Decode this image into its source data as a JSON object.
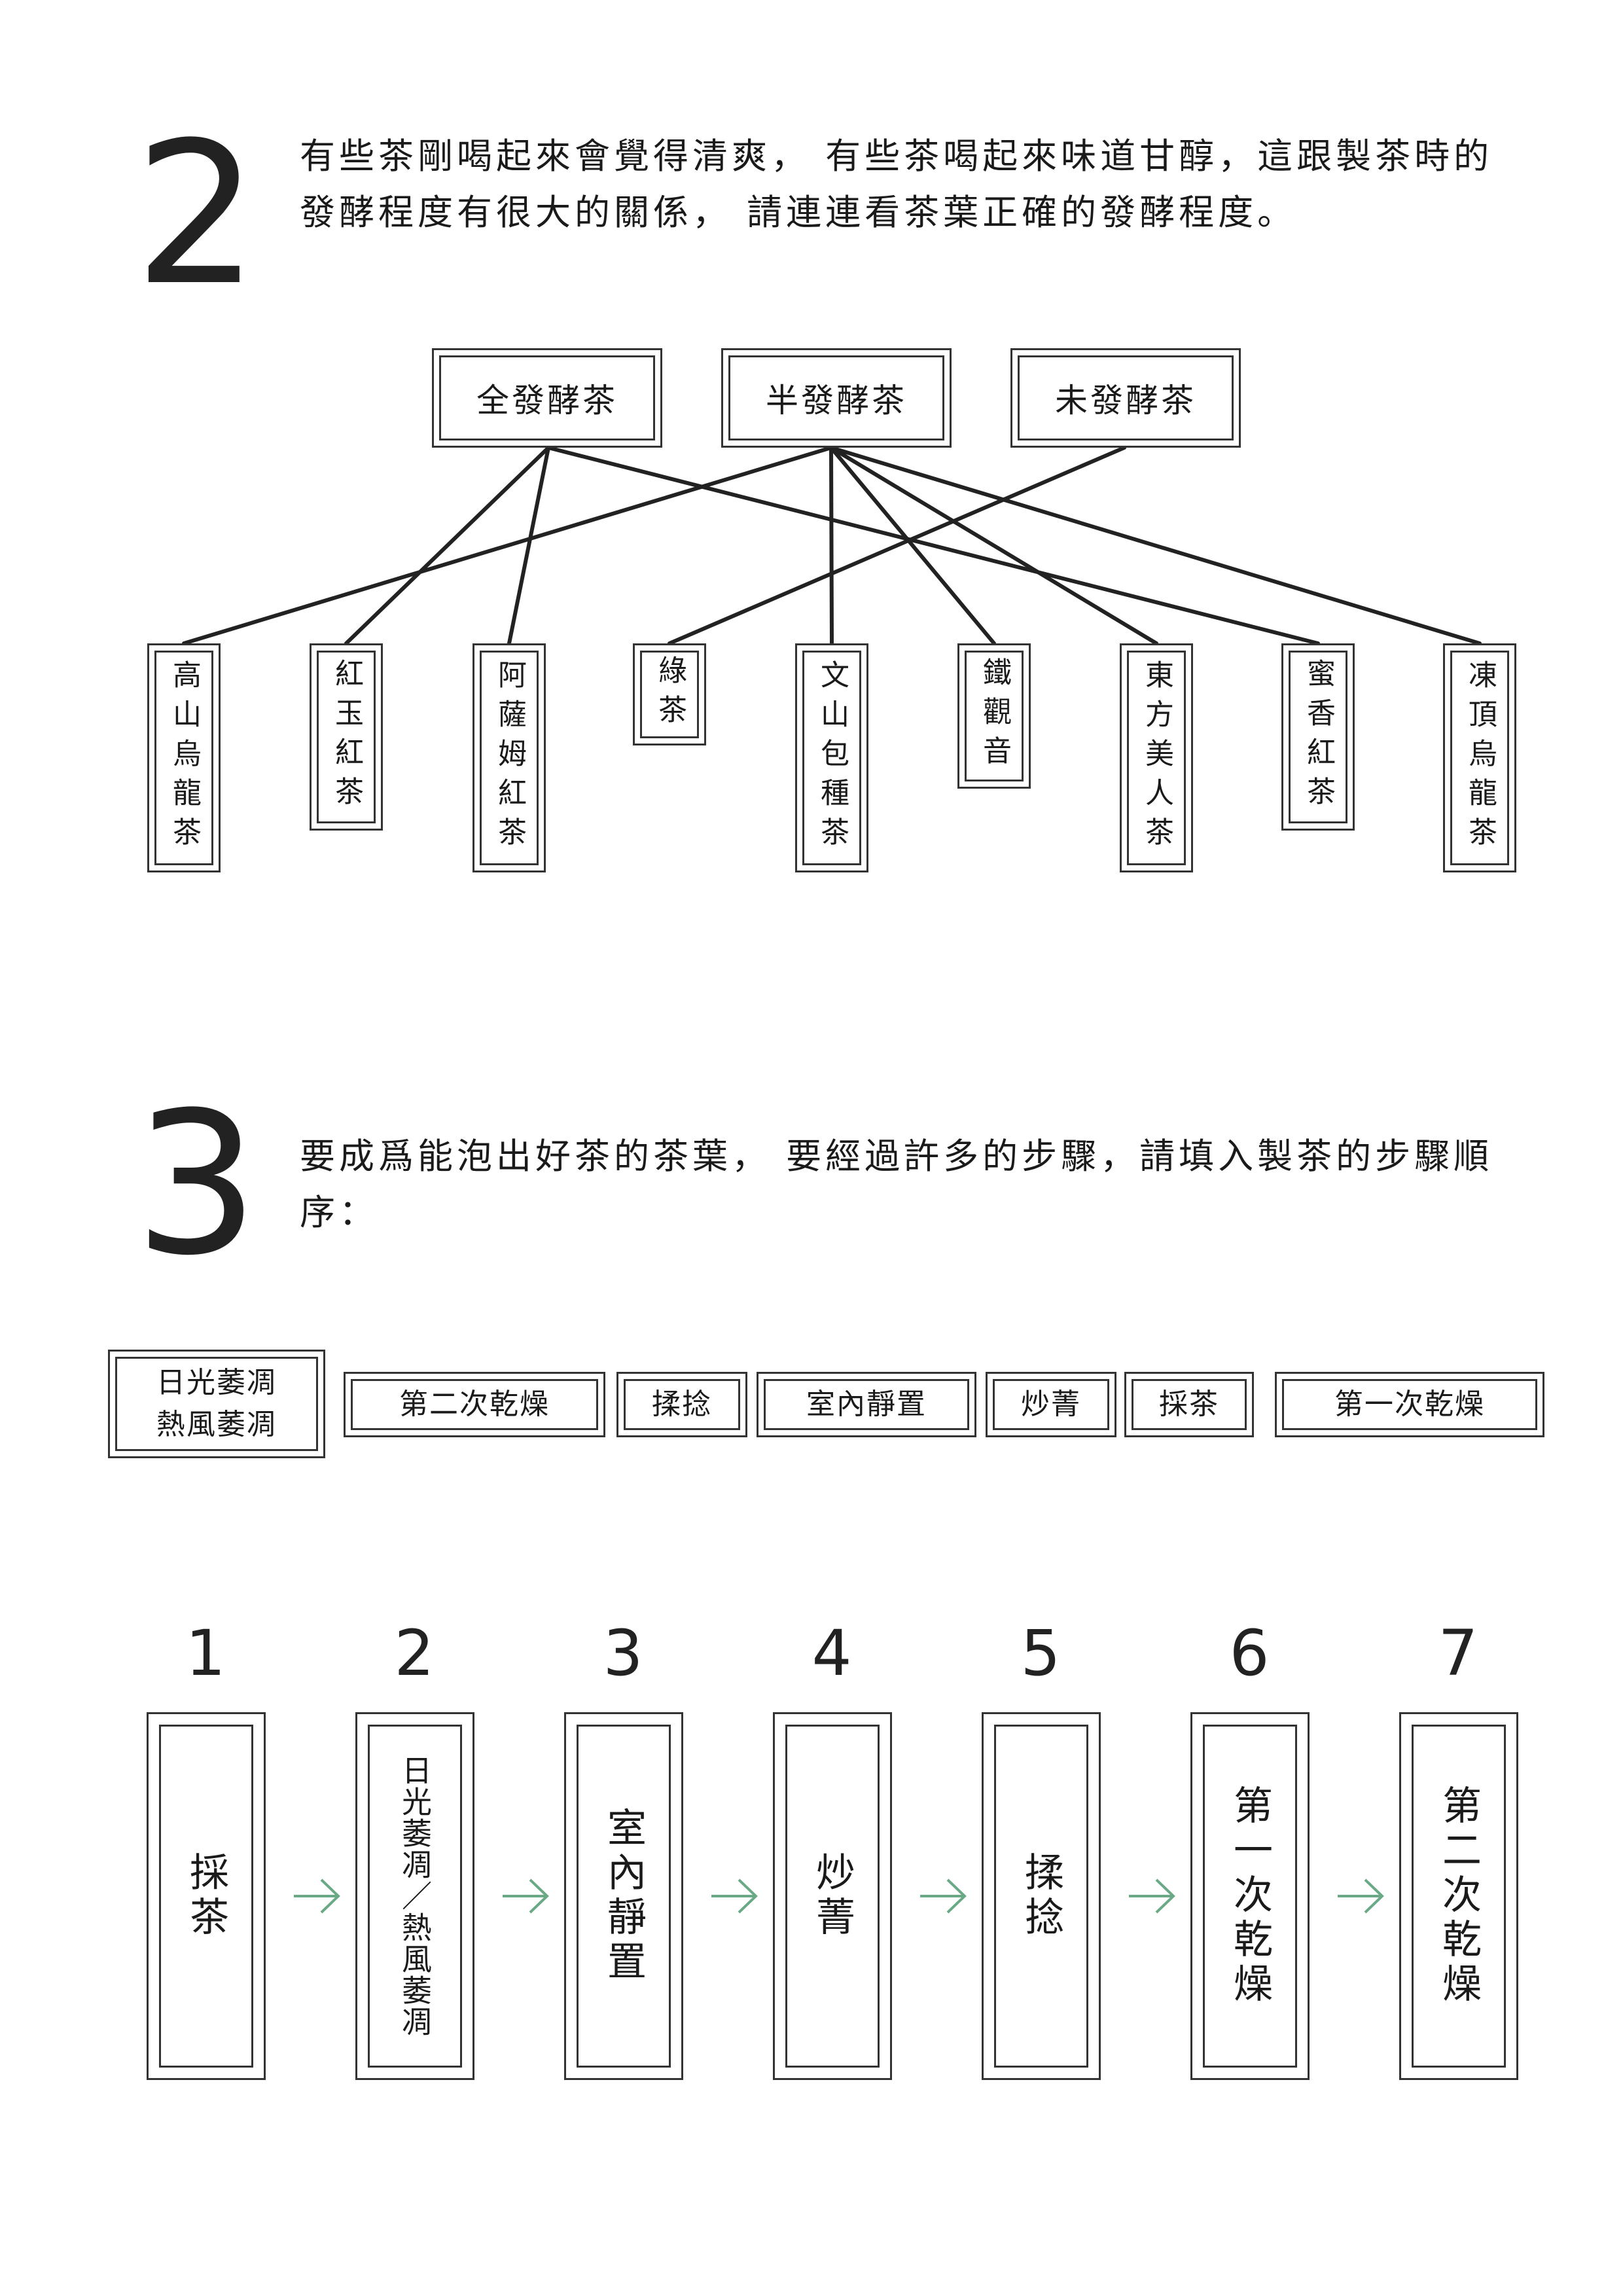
{
  "q2": {
    "number": "2",
    "text": "有些茶剛喝起來會覺得清爽， 有些茶喝起來味道甘醇，這跟製茶時的發酵程度有很大的關係， 請連連看茶葉正確的發酵程度。"
  },
  "fermentation_levels": [
    "全發酵茶",
    "半發酵茶",
    "未發酵茶"
  ],
  "teas": [
    "高山烏龍茶",
    "紅玉紅茶",
    "阿薩姆紅茶",
    "綠茶",
    "文山包種茶",
    "鐵觀音",
    "東方美人茶",
    "蜜香紅茶",
    "凍頂烏龍茶"
  ],
  "matches": [
    {
      "tea": "高山烏龍茶",
      "level": "半發酵茶"
    },
    {
      "tea": "紅玉紅茶",
      "level": "全發酵茶"
    },
    {
      "tea": "阿薩姆紅茶",
      "level": "全發酵茶"
    },
    {
      "tea": "綠茶",
      "level": "未發酵茶"
    },
    {
      "tea": "文山包種茶",
      "level": "半發酵茶"
    },
    {
      "tea": "鐵觀音",
      "level": "半發酵茶"
    },
    {
      "tea": "東方美人茶",
      "level": "半發酵茶"
    },
    {
      "tea": "蜜香紅茶",
      "level": "全發酵茶"
    },
    {
      "tea": "凍頂烏龍茶",
      "level": "半發酵茶"
    }
  ],
  "q3": {
    "number": "3",
    "text": "要成爲能泡出好茶的茶葉， 要經過許多的步驟，請填入製茶的步驟順序："
  },
  "word_bank": {
    "sun_wither": "日光萎凋",
    "hot_wind_wither": "熱風萎凋",
    "second_dry": "第二次乾燥",
    "roll": "揉捻",
    "indoor_rest": "室內靜置",
    "fix": "炒菁",
    "pick": "採茶",
    "first_dry": "第一次乾燥"
  },
  "steps": [
    {
      "num": "1",
      "answer": "採茶"
    },
    {
      "num": "2",
      "answer": "日光萎凋／熱風萎凋"
    },
    {
      "num": "3",
      "answer": "室內靜置"
    },
    {
      "num": "4",
      "answer": "炒菁"
    },
    {
      "num": "5",
      "answer": "揉捻"
    },
    {
      "num": "6",
      "answer": "第一次乾燥"
    },
    {
      "num": "7",
      "answer": "第二次乾燥"
    }
  ],
  "colors": {
    "ink": "#1a1a1a",
    "arrow": "#6aa985",
    "line": "#222222"
  }
}
